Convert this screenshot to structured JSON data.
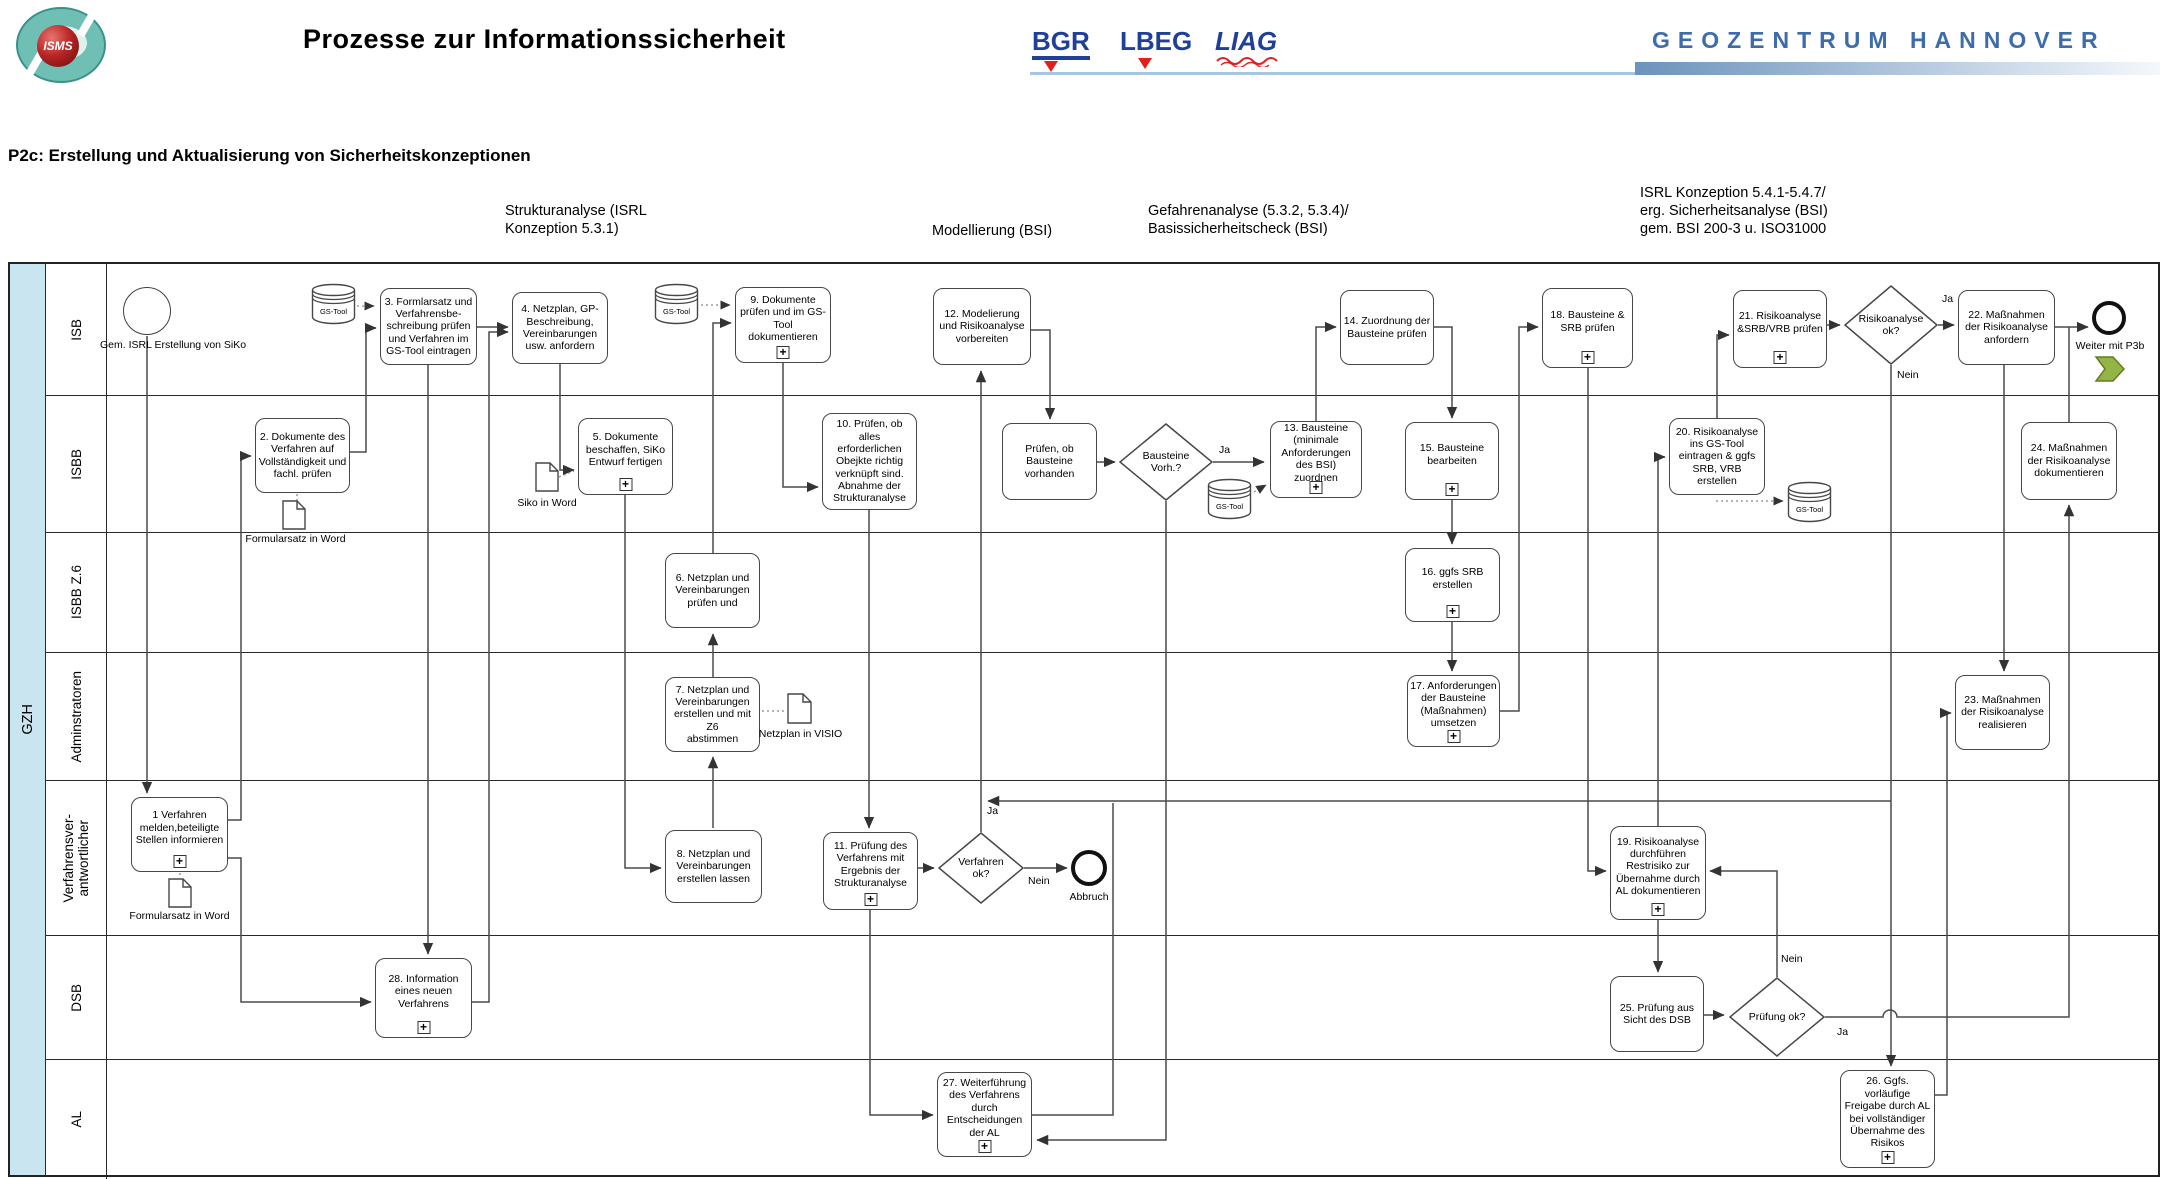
{
  "header": {
    "title": "Prozesse zur Informationssicherheit",
    "isms": "ISMS",
    "logo1": "BGR",
    "logo2": "LBEG",
    "logo3": "LIAG",
    "brand": "GEOZENTRUM HANNOVER"
  },
  "subtitle": "P2c: Erstellung und Aktualisierung von Sicherheitskonzeptionen",
  "phases": {
    "p1": "Strukturanalyse (ISRL\nKonzeption 5.3.1)",
    "p2": "Modellierung (BSI)",
    "p3": "Gefahrenanalyse (5.3.2, 5.3.4)/\nBasissicherheitscheck (BSI)",
    "p4": "ISRL Konzeption 5.4.1-5.4.7/\nerg. Sicherheitsanalyse (BSI)\ngem. BSI 200-3 u. ISO31000"
  },
  "pool": {
    "label": "GZH",
    "lanes": {
      "l1": "ISB",
      "l2": "ISBB",
      "l3": "ISBB Z.6",
      "l4": "Adminstratoren",
      "l5": "Verfahrensver-\nantwortlicher",
      "l6": "DSB",
      "l7": "AL"
    }
  },
  "events": {
    "start_label": "Gem. ISRL Erstellung von SiKo",
    "abort_label": "Abbruch",
    "next_label": "Weiter mit P3b"
  },
  "tasks": {
    "t1": "1 Verfahren\nmelden,beteiligte\nStellen informieren",
    "t2": "2. Dokumente des\nVerfahren auf\nVollständigkeit und\nfachl. prüfen",
    "t3": "3. Formlarsatz und\nVerfahrensbe-\nschreibung prüfen\nund Verfahren im\nGS-Tool eintragen",
    "t4": "4. Netzplan, GP-\nBeschreibung,\nVereinbarungen\nusw. anfordern",
    "t5": "5. Dokumente\nbeschaffen, SiKo\nEntwurf fertigen",
    "t6": "6. Netzplan und\nVereinbarungen\nprüfen und",
    "t7": "7. Netzplan und\nVereinbarungen\nerstellen und mit Z6\nabstimmen",
    "t8": "8. Netzplan und\nVereinbarungen\nerstellen lassen",
    "t9": "9. Dokumente\nprüfen und im GS-\nTool dokumentieren",
    "t10": "10. Prüfen, ob alles\nerforderlichen\nObejkte richtig\nverknüpft sind.\nAbnahme der\nStrukturanalyse",
    "t11": "11. Prüfung des\nVerfahrens mit\nErgebnis der\nStrukturanalyse",
    "t12": "12. Modelierung\nund Risikoanalyse\nvorbereiten",
    "tpb": "Prüfen, ob\nBausteine\nvorhanden",
    "t13": "13. Bausteine\n(minimale\nAnforderungen\ndes BSI) zuordnen",
    "t14": "14. Zuordnung der\nBausteine prüfen",
    "t15": "15. Bausteine\nbearbeiten",
    "t16": "16. ggfs SRB\nerstellen",
    "t17": "17. Anforderungen\nder Bausteine\n(Maßnahmen)\numsetzen",
    "t18": "18. Bausteine &\nSRB prüfen",
    "t19": "19. Risikoanalyse\ndurchführen\nRestrisiko zur\nÜbernahme durch\nAL dokumentieren",
    "t20": "20. Risikoanalyse\nins GS-Tool\neintragen & ggfs\nSRB, VRB\nerstellen",
    "t21": "21. Risikoanalyse\n&SRB/VRB prüfen",
    "t22": "22. Maßnahmen\nder Risikoanalyse\nanfordern",
    "t23": "23. Maßnahmen\nder Risikoanalyse\nrealisieren",
    "t24": "24. Maßnahmen\nder Risikoanalyse\ndokumentieren",
    "t25": "25. Prüfung aus\nSicht des DSB",
    "t26": "26. Ggfs.\nvorläufige\nFreigabe durch AL\nbei vollständiger\nÜbernahme des\nRisikos",
    "t27": "27. Weiterführung\ndes Verfahrens\ndurch\nEntscheidungen\nder AL",
    "t28": "28. Information\neines neuen\nVerfahrens"
  },
  "gateways": {
    "verfahren": "Verfahren\nok?",
    "bausteine": "Bausteine\nVorh.?",
    "risiko": "Risikoanalyse\nok?",
    "pruefung": "Prüfung ok?"
  },
  "datastore_label": "GS-Tool",
  "documents": {
    "formularsatz": "Formularsatz in Word",
    "siko": "Siko in Word",
    "netzplan": "Netzplan in VISIO"
  },
  "edge_labels": {
    "ja": "Ja",
    "nein": "Nein"
  },
  "colors": {
    "pool_teal": "#c9e5ef",
    "brand_blue": "#3e6cab",
    "logo_navy": "#1f3f99",
    "logo_red": "#e02020",
    "arrow_green": "#93b545"
  }
}
